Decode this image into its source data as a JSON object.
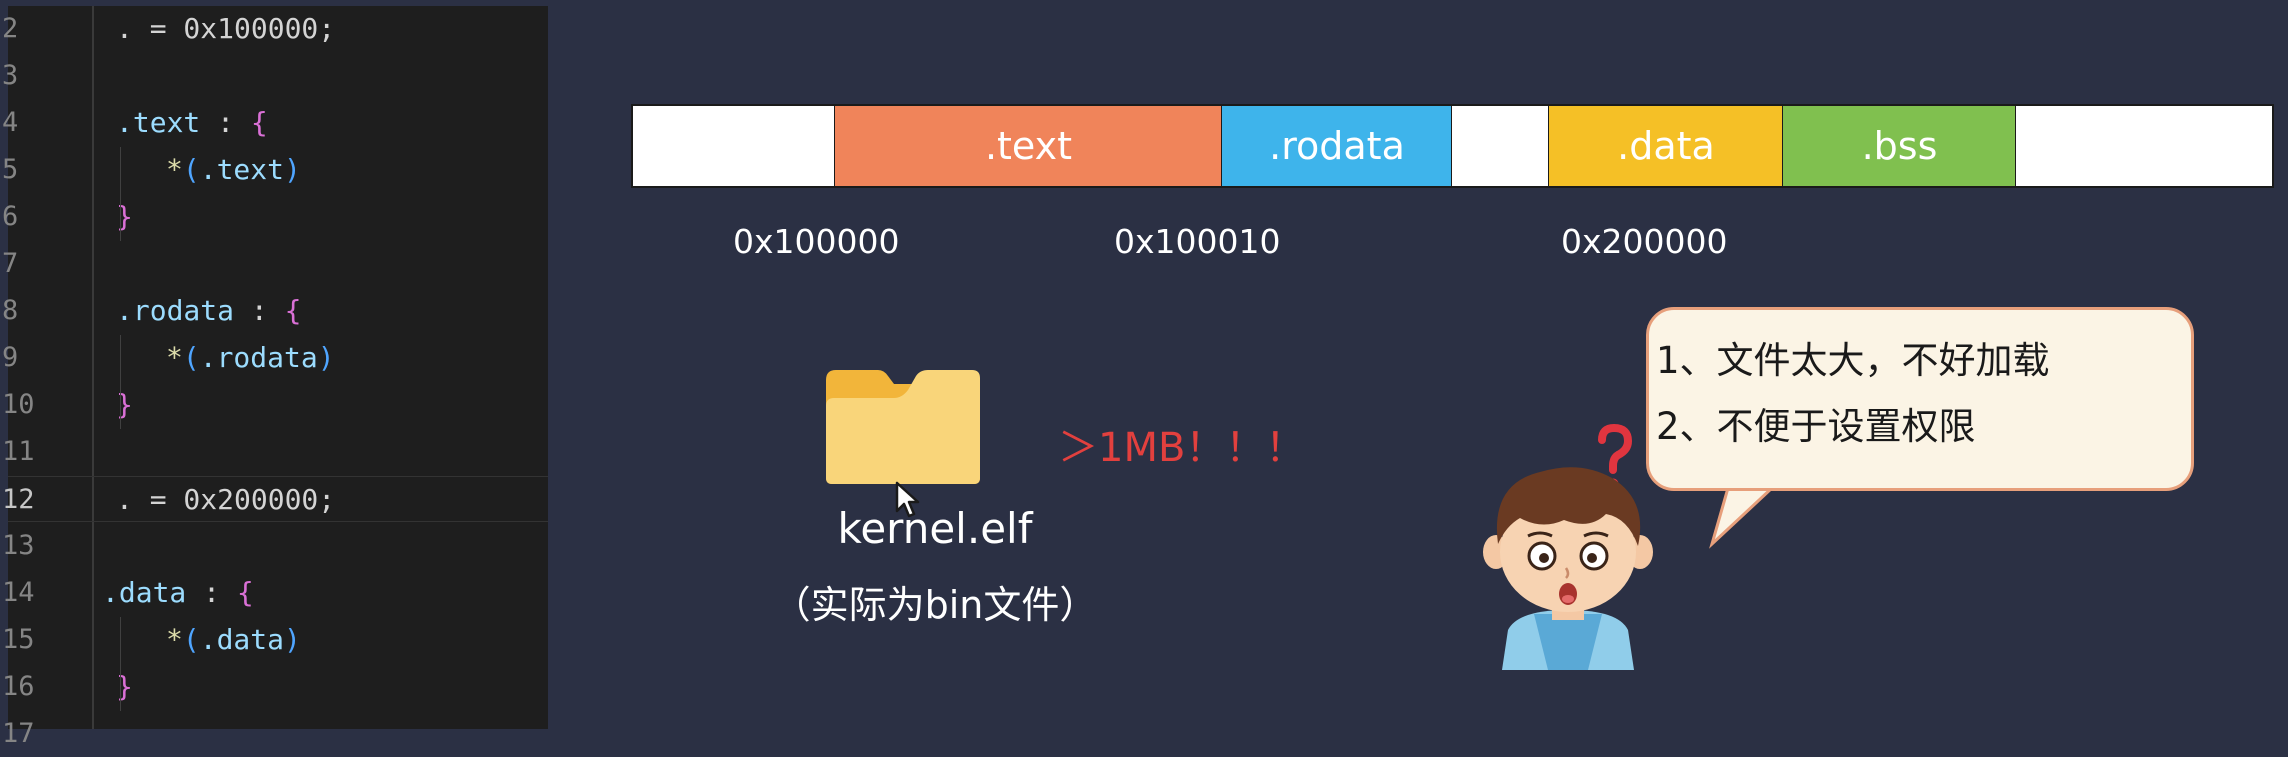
{
  "editor": {
    "lines": [
      {
        "num": "2",
        "parts": [
          {
            "t": ". = 0x100000;",
            "c": "punct"
          }
        ]
      },
      {
        "num": "3",
        "parts": []
      },
      {
        "num": "4",
        "parts": [
          {
            "t": ".text",
            "c": "sect"
          },
          {
            "t": " : ",
            "c": "punct"
          },
          {
            "t": "{",
            "c": "brace"
          }
        ]
      },
      {
        "num": "5",
        "parts": [
          {
            "t": "*",
            "c": "star"
          },
          {
            "t": "(",
            "c": "paren"
          },
          {
            "t": ".text",
            "c": "ident"
          },
          {
            "t": ")",
            "c": "paren"
          }
        ]
      },
      {
        "num": "6",
        "parts": [
          {
            "t": "}",
            "c": "brace"
          }
        ]
      },
      {
        "num": "7",
        "parts": []
      },
      {
        "num": "8",
        "parts": [
          {
            "t": ".rodata",
            "c": "sect"
          },
          {
            "t": " : ",
            "c": "punct"
          },
          {
            "t": "{",
            "c": "brace"
          }
        ]
      },
      {
        "num": "9",
        "parts": [
          {
            "t": "*",
            "c": "star"
          },
          {
            "t": "(",
            "c": "paren"
          },
          {
            "t": ".rodata",
            "c": "ident"
          },
          {
            "t": ")",
            "c": "paren"
          }
        ]
      },
      {
        "num": "10",
        "parts": [
          {
            "t": "}",
            "c": "brace"
          }
        ]
      },
      {
        "num": "11",
        "parts": []
      },
      {
        "num": "12",
        "parts": [
          {
            "t": ". = 0x200000;",
            "c": "punct"
          }
        ]
      },
      {
        "num": "13",
        "parts": []
      },
      {
        "num": "14",
        "parts": [
          {
            "t": ".data",
            "c": "sect"
          },
          {
            "t": " : ",
            "c": "punct"
          },
          {
            "t": "{",
            "c": "brace"
          }
        ]
      },
      {
        "num": "15",
        "parts": [
          {
            "t": "*",
            "c": "star"
          },
          {
            "t": "(",
            "c": "paren"
          },
          {
            "t": ".data",
            "c": "ident"
          },
          {
            "t": ")",
            "c": "paren"
          }
        ]
      },
      {
        "num": "16",
        "parts": [
          {
            "t": "}",
            "c": "brace"
          }
        ]
      },
      {
        "num": "17",
        "parts": []
      }
    ],
    "current_line": "12"
  },
  "memory_bar": {
    "segments": [
      {
        "label": "",
        "color": "#ffffff"
      },
      {
        "label": ".text",
        "color": "#f0845a"
      },
      {
        "label": ".rodata",
        "color": "#3eb4eb"
      },
      {
        "label": "",
        "color": "#ffffff"
      },
      {
        "label": ".data",
        "color": "#f5c026"
      },
      {
        "label": ".bss",
        "color": "#80c04f"
      },
      {
        "label": "",
        "color": "#ffffff"
      }
    ],
    "addresses": [
      "0x100000",
      "0x100010",
      "0x200000"
    ]
  },
  "file": {
    "name": "kernel.elf",
    "note": "（实际为bin文件）",
    "warning": "＞1MB！！！",
    "folder_color": "#f9d57a",
    "warning_color": "#e2403e"
  },
  "bubble": {
    "lines": [
      "1、文件太大，不好加载",
      "2、不便于设置权限"
    ]
  }
}
